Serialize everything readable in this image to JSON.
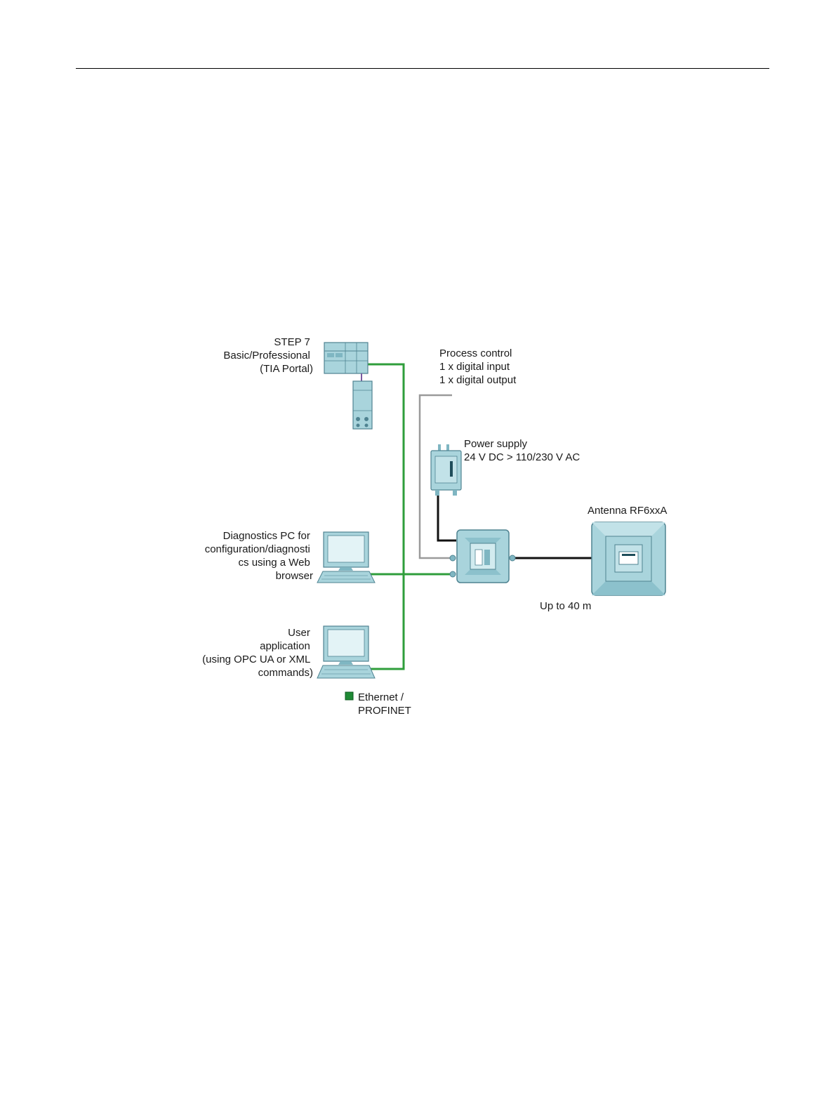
{
  "diagram": {
    "step7": [
      "STEP 7",
      "Basic/Professional",
      "(TIA Portal)"
    ],
    "process_control": [
      "Process control",
      "1 x digital input",
      "1 x digital output"
    ],
    "power_supply": [
      "Power supply",
      "24 V DC > 110/230 V AC"
    ],
    "antenna": "Antenna RF6xxA",
    "diagnostics_pc": [
      "Diagnostics PC for",
      "configuration/diagnosti",
      "cs using a Web",
      "browser"
    ],
    "user_app": [
      "User",
      "application",
      "(using OPC UA or XML",
      "commands)"
    ],
    "distance": "Up to 40 m",
    "legend": [
      "Ethernet /",
      "PROFINET"
    ],
    "colors": {
      "ethernet": "#2f9e3b",
      "device_fill": "#a9d4dc",
      "device_stroke": "#4f8391",
      "cable": "#111111",
      "process_line": "#9a9a9a"
    }
  }
}
